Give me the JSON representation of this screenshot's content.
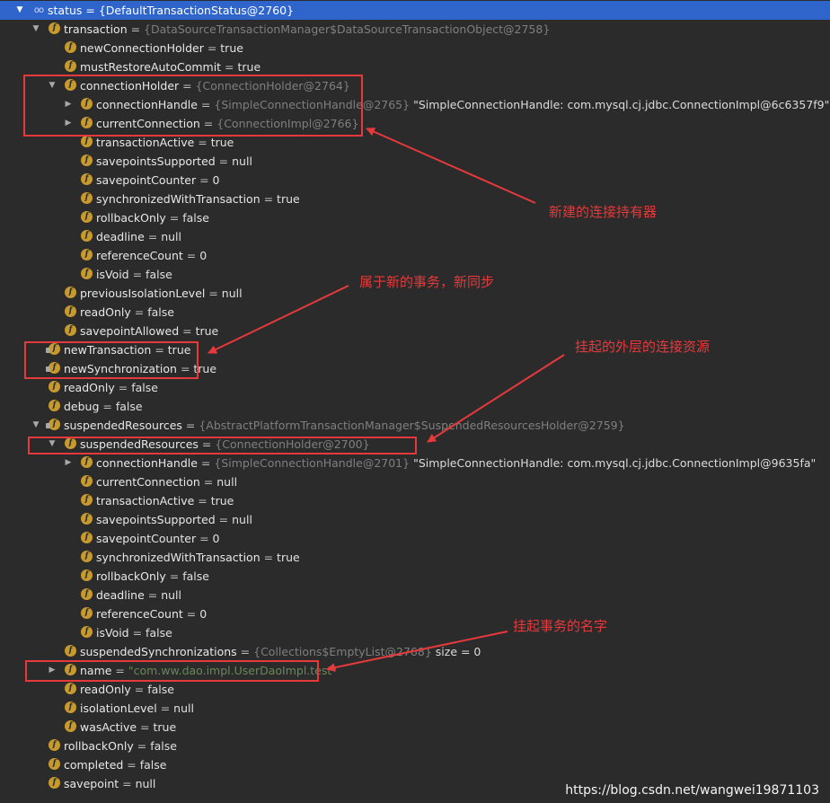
{
  "tree": [
    {
      "id": "r0",
      "depth": 0,
      "toggle": "down",
      "icon": "watch",
      "name": "status",
      "sep": " = ",
      "val": "{DefaultTransactionStatus@2760}",
      "vt": "gray",
      "selected": true
    },
    {
      "id": "r1",
      "depth": 1,
      "toggle": "down",
      "icon": "f",
      "name": "transaction",
      "sep": " = ",
      "val": "{DataSourceTransactionManager$DataSourceTransactionObject@2758}",
      "vt": "gray"
    },
    {
      "id": "r2",
      "depth": 2,
      "toggle": "",
      "icon": "f",
      "name": "newConnectionHolder",
      "sep": " = ",
      "val": "true",
      "vt": "plain"
    },
    {
      "id": "r3",
      "depth": 2,
      "toggle": "",
      "icon": "f",
      "name": "mustRestoreAutoCommit",
      "sep": " = ",
      "val": "true",
      "vt": "plain"
    },
    {
      "id": "r4",
      "depth": 2,
      "toggle": "down",
      "icon": "f",
      "name": "connectionHolder",
      "sep": " = ",
      "val": "{ConnectionHolder@2764}",
      "vt": "gray"
    },
    {
      "id": "r5",
      "depth": 3,
      "toggle": "right",
      "icon": "f",
      "name": "connectionHandle",
      "sep": " = ",
      "val": "{SimpleConnectionHandle@2765}",
      "vt": "gray",
      "extra": " \"SimpleConnectionHandle: com.mysql.cj.jdbc.ConnectionImpl@6c6357f9\""
    },
    {
      "id": "r6",
      "depth": 3,
      "toggle": "right",
      "icon": "f",
      "name": "currentConnection",
      "sep": " = ",
      "val": "{ConnectionImpl@2766}",
      "vt": "gray"
    },
    {
      "id": "r7",
      "depth": 3,
      "toggle": "",
      "icon": "f",
      "name": "transactionActive",
      "sep": " = ",
      "val": "true",
      "vt": "plain"
    },
    {
      "id": "r8",
      "depth": 3,
      "toggle": "",
      "icon": "f",
      "name": "savepointsSupported",
      "sep": " = ",
      "val": "null",
      "vt": "plain"
    },
    {
      "id": "r9",
      "depth": 3,
      "toggle": "",
      "icon": "f",
      "name": "savepointCounter",
      "sep": " = ",
      "val": "0",
      "vt": "plain"
    },
    {
      "id": "r10",
      "depth": 3,
      "toggle": "",
      "icon": "f",
      "name": "synchronizedWithTransaction",
      "sep": " = ",
      "val": "true",
      "vt": "plain"
    },
    {
      "id": "r11",
      "depth": 3,
      "toggle": "",
      "icon": "f",
      "name": "rollbackOnly",
      "sep": " = ",
      "val": "false",
      "vt": "plain"
    },
    {
      "id": "r12",
      "depth": 3,
      "toggle": "",
      "icon": "f",
      "name": "deadline",
      "sep": " = ",
      "val": "null",
      "vt": "plain"
    },
    {
      "id": "r13",
      "depth": 3,
      "toggle": "",
      "icon": "f",
      "name": "referenceCount",
      "sep": " = ",
      "val": "0",
      "vt": "plain"
    },
    {
      "id": "r14",
      "depth": 3,
      "toggle": "",
      "icon": "f",
      "name": "isVoid",
      "sep": " = ",
      "val": "false",
      "vt": "plain"
    },
    {
      "id": "r15",
      "depth": 2,
      "toggle": "",
      "icon": "f",
      "name": "previousIsolationLevel",
      "sep": " = ",
      "val": "null",
      "vt": "plain"
    },
    {
      "id": "r16",
      "depth": 2,
      "toggle": "",
      "icon": "f",
      "name": "readOnly",
      "sep": " = ",
      "val": "false",
      "vt": "plain"
    },
    {
      "id": "r17",
      "depth": 2,
      "toggle": "",
      "icon": "f",
      "name": "savepointAllowed",
      "sep": " = ",
      "val": "true",
      "vt": "plain"
    },
    {
      "id": "r18",
      "depth": 1,
      "toggle": "",
      "icon": "f-lock",
      "name": "newTransaction",
      "sep": " = ",
      "val": "true",
      "vt": "plain"
    },
    {
      "id": "r19",
      "depth": 1,
      "toggle": "",
      "icon": "f-lock",
      "name": "newSynchronization",
      "sep": " = ",
      "val": "true",
      "vt": "plain"
    },
    {
      "id": "r20",
      "depth": 1,
      "toggle": "",
      "icon": "f",
      "name": "readOnly",
      "sep": " = ",
      "val": "false",
      "vt": "plain"
    },
    {
      "id": "r21",
      "depth": 1,
      "toggle": "",
      "icon": "f",
      "name": "debug",
      "sep": " = ",
      "val": "false",
      "vt": "plain"
    },
    {
      "id": "r22",
      "depth": 1,
      "toggle": "down",
      "icon": "f-lock",
      "name": "suspendedResources",
      "sep": " = ",
      "val": "{AbstractPlatformTransactionManager$SuspendedResourcesHolder@2759}",
      "vt": "gray"
    },
    {
      "id": "r23",
      "depth": 2,
      "toggle": "down",
      "icon": "f",
      "name": "suspendedResources",
      "sep": " = ",
      "val": "{ConnectionHolder@2700}",
      "vt": "gray"
    },
    {
      "id": "r24",
      "depth": 3,
      "toggle": "right",
      "icon": "f",
      "name": "connectionHandle",
      "sep": " = ",
      "val": "{SimpleConnectionHandle@2701}",
      "vt": "gray",
      "extra": " \"SimpleConnectionHandle: com.mysql.cj.jdbc.ConnectionImpl@9635fa\""
    },
    {
      "id": "r25",
      "depth": 3,
      "toggle": "",
      "icon": "f",
      "name": "currentConnection",
      "sep": " = ",
      "val": "null",
      "vt": "plain"
    },
    {
      "id": "r26",
      "depth": 3,
      "toggle": "",
      "icon": "f",
      "name": "transactionActive",
      "sep": " = ",
      "val": "true",
      "vt": "plain"
    },
    {
      "id": "r27",
      "depth": 3,
      "toggle": "",
      "icon": "f",
      "name": "savepointsSupported",
      "sep": " = ",
      "val": "null",
      "vt": "plain"
    },
    {
      "id": "r28",
      "depth": 3,
      "toggle": "",
      "icon": "f",
      "name": "savepointCounter",
      "sep": " = ",
      "val": "0",
      "vt": "plain"
    },
    {
      "id": "r29",
      "depth": 3,
      "toggle": "",
      "icon": "f",
      "name": "synchronizedWithTransaction",
      "sep": " = ",
      "val": "true",
      "vt": "plain"
    },
    {
      "id": "r30",
      "depth": 3,
      "toggle": "",
      "icon": "f",
      "name": "rollbackOnly",
      "sep": " = ",
      "val": "false",
      "vt": "plain"
    },
    {
      "id": "r31",
      "depth": 3,
      "toggle": "",
      "icon": "f",
      "name": "deadline",
      "sep": " = ",
      "val": "null",
      "vt": "plain"
    },
    {
      "id": "r32",
      "depth": 3,
      "toggle": "",
      "icon": "f",
      "name": "referenceCount",
      "sep": " = ",
      "val": "0",
      "vt": "plain"
    },
    {
      "id": "r33",
      "depth": 3,
      "toggle": "",
      "icon": "f",
      "name": "isVoid",
      "sep": " = ",
      "val": "false",
      "vt": "plain"
    },
    {
      "id": "r34",
      "depth": 2,
      "toggle": "",
      "icon": "f",
      "name": "suspendedSynchronizations",
      "sep": " = ",
      "val": "{Collections$EmptyList@2768}",
      "vt": "gray",
      "extra": "  size = 0"
    },
    {
      "id": "r35",
      "depth": 2,
      "toggle": "right",
      "icon": "f",
      "name": "name",
      "sep": " = ",
      "val": "\"com.ww.dao.impl.UserDaoImpl.test\"",
      "vt": "string"
    },
    {
      "id": "r36",
      "depth": 2,
      "toggle": "",
      "icon": "f",
      "name": "readOnly",
      "sep": " = ",
      "val": "false",
      "vt": "plain"
    },
    {
      "id": "r37",
      "depth": 2,
      "toggle": "",
      "icon": "f",
      "name": "isolationLevel",
      "sep": " = ",
      "val": "null",
      "vt": "plain"
    },
    {
      "id": "r38",
      "depth": 2,
      "toggle": "",
      "icon": "f",
      "name": "wasActive",
      "sep": " = ",
      "val": "true",
      "vt": "plain"
    },
    {
      "id": "r39",
      "depth": 1,
      "toggle": "",
      "icon": "f",
      "name": "rollbackOnly",
      "sep": " = ",
      "val": "false",
      "vt": "plain"
    },
    {
      "id": "r40",
      "depth": 1,
      "toggle": "",
      "icon": "f",
      "name": "completed",
      "sep": " = ",
      "val": "false",
      "vt": "plain"
    },
    {
      "id": "r41",
      "depth": 1,
      "toggle": "",
      "icon": "f",
      "name": "savepoint",
      "sep": " = ",
      "val": "null",
      "vt": "plain"
    }
  ],
  "annotations": {
    "note1": "新建的连接持有器",
    "note2": "属于新的事务，新同步",
    "note3": "挂起的外层的连接资源",
    "note4": "挂起事务的名字"
  },
  "colors": {
    "background": "#2b2b2b",
    "selection": "#2f65ca",
    "field_icon": "#c79a2e",
    "annotation_red": "#e5393b",
    "string_value": "#6a8759",
    "type_value": "#7f7f7f"
  },
  "watermark": "https://blog.csdn.net/wangwei19871103"
}
